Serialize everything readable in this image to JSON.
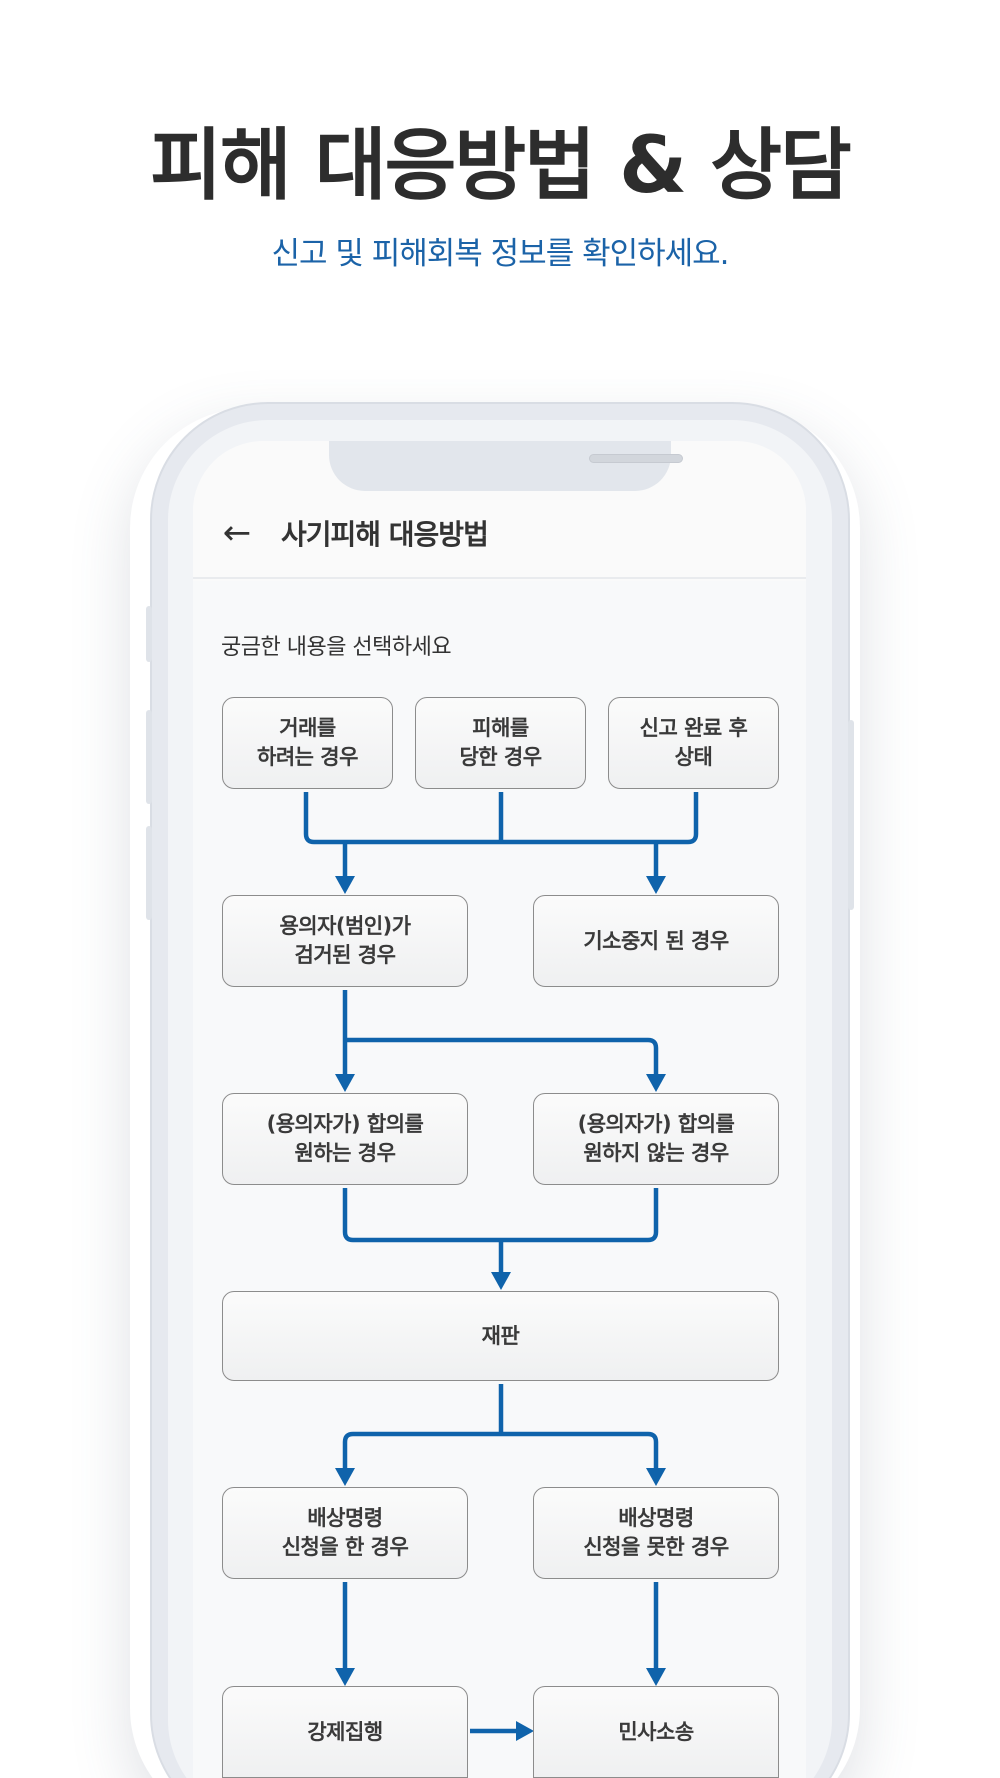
{
  "promo": {
    "headline": "피해 대응방법 & 상담",
    "subline": "신고 및 피해회복 정보를 확인하세요."
  },
  "appbar": {
    "back_icon": "←",
    "title": "사기피해 대응방법"
  },
  "prompt": "궁금한 내용을 선택하세요",
  "flow": {
    "trade": "거래를\n하려는 경우",
    "damaged": "피해를\n당한 경우",
    "reported": "신고 완료 후\n상태",
    "arrested": "용의자(범인)가\n검거된 경우",
    "suspended": "기소중지 된 경우",
    "agree": "(용의자가) 합의를\n원하는 경우",
    "disagree": "(용의자가) 합의를\n원하지 않는 경우",
    "trial": "재판",
    "comp_yes": "배상명령\n신청을 한 경우",
    "comp_no": "배상명령\n신청을 못한 경우",
    "enforce": "강제집행",
    "civil": "민사소송"
  },
  "colors": {
    "accent": "#1b63a8",
    "arrow": "#0f63ab",
    "headline": "#2d2d2d"
  }
}
